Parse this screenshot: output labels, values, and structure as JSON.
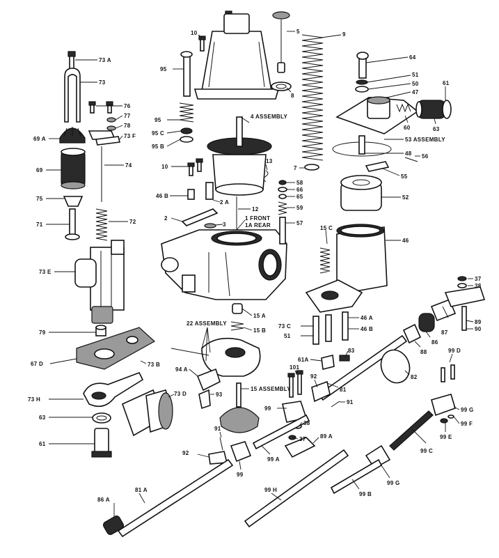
{
  "labels": {
    "l73A": "73 A",
    "l73": "73",
    "l76": "76",
    "l77": "77",
    "l78": "78",
    "l69A": "69 A",
    "l73F": "73 F",
    "l69": "69",
    "l74": "74",
    "l75": "75",
    "l71": "71",
    "l72": "72",
    "l73E": "73 E",
    "l79": "79",
    "l67D": "67 D",
    "l73B": "73 B",
    "l73H": "73 H",
    "l63a": "63",
    "l61a": "61",
    "l73D": "73 D",
    "l10a": "10",
    "l95": "95",
    "l95A": "95",
    "l95C": "95 C",
    "l95B": "95 B",
    "l4asm": "4 ASSEMBLY",
    "l10b": "10",
    "l46B": "46 B",
    "l2A": "2 A",
    "l2": "2",
    "l3": "3",
    "l13": "13",
    "l12": "12",
    "l1front": "1 FRONT",
    "l1rear": "1A REAR",
    "l5": "5",
    "l8": "8",
    "l9": "9",
    "l7": "7",
    "l58": "58",
    "l66": "66",
    "l65": "65",
    "l59": "59",
    "l57": "57",
    "l64": "64",
    "l51": "51",
    "l50": "50",
    "l47": "47",
    "l61b": "61",
    "l60": "60",
    "l63b": "63",
    "l53asm": "53 ASSEMBLY",
    "l48": "48",
    "l56": "56",
    "l55": "55",
    "l52": "52",
    "l15C": "15 C",
    "l46": "46",
    "l37a": "37",
    "l38a": "38",
    "l15A": "15 A",
    "l15B": "15 B",
    "l22asm": "22 ASSEMBLY",
    "l94A": "94 A",
    "l93": "93",
    "l15asm": "15 ASSEMBLY",
    "l73C": "73 C",
    "l51b": "51",
    "l46A": "46 A",
    "l46Bb": "46 B",
    "l83": "83",
    "l61A": "61A",
    "l87": "87",
    "l89": "89",
    "l90": "90",
    "l86": "86",
    "l88": "88",
    "l101": "101",
    "l92a": "92",
    "l81": "81",
    "l82": "82",
    "l91a": "91",
    "l99D": "99 D",
    "l99": "99",
    "l38b": "38",
    "l37b": "37",
    "l89A": "89 A",
    "l99G1": "99 G",
    "l99F": "99 F",
    "l99E": "99 E",
    "l99C": "99 C",
    "l91b": "91",
    "l92b": "92",
    "l99A": "99 A",
    "l99b": "99",
    "l99G2": "99 G",
    "l81A": "81 A",
    "l99H": "99 H",
    "l99B": "99 B",
    "l86A": "86 A"
  }
}
